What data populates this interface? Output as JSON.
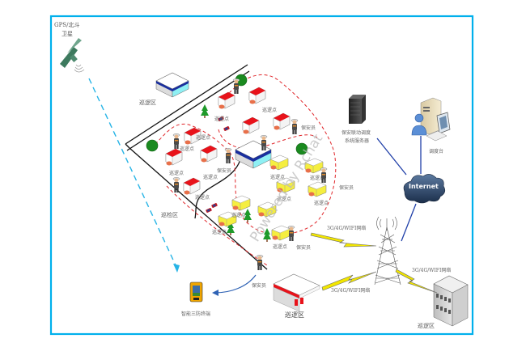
{
  "diagram": {
    "frame_color": "#00B0EC",
    "satellite": {
      "label_line1": "GPS/北斗",
      "label_line2": "卫星"
    },
    "server": {
      "label_line1": "保安联动调度",
      "label_line2": "系统服务器"
    },
    "dispatch": {
      "label": "调度台"
    },
    "internet": {
      "label": "Internet"
    },
    "terminal": {
      "label": "智能三防终端"
    },
    "zones": {
      "patrol_top": "巡逻区",
      "patrol_bottom_center": "巡逻区",
      "patrol_bottom_right": "巡逻区",
      "inspection": "巡检区"
    },
    "network_labels": [
      "3G/4G/WIFI网络",
      "3G/4G/WIFI网络",
      "3G/4G/WIFI网络"
    ],
    "guards": [
      "保安员",
      "保安员",
      "保安员",
      "保安员",
      "保安员",
      "保安员"
    ],
    "checkpoint_label": "巡逻点",
    "watermark": "Powered by Rchat",
    "colors": {
      "route": "#E0262A",
      "network_bolt": "#F2E600",
      "link_blue": "#1F3FA8",
      "gps_dash": "#27B4E6",
      "roof_red": "#E8121A",
      "house_yellow": "#F5EE40"
    }
  }
}
